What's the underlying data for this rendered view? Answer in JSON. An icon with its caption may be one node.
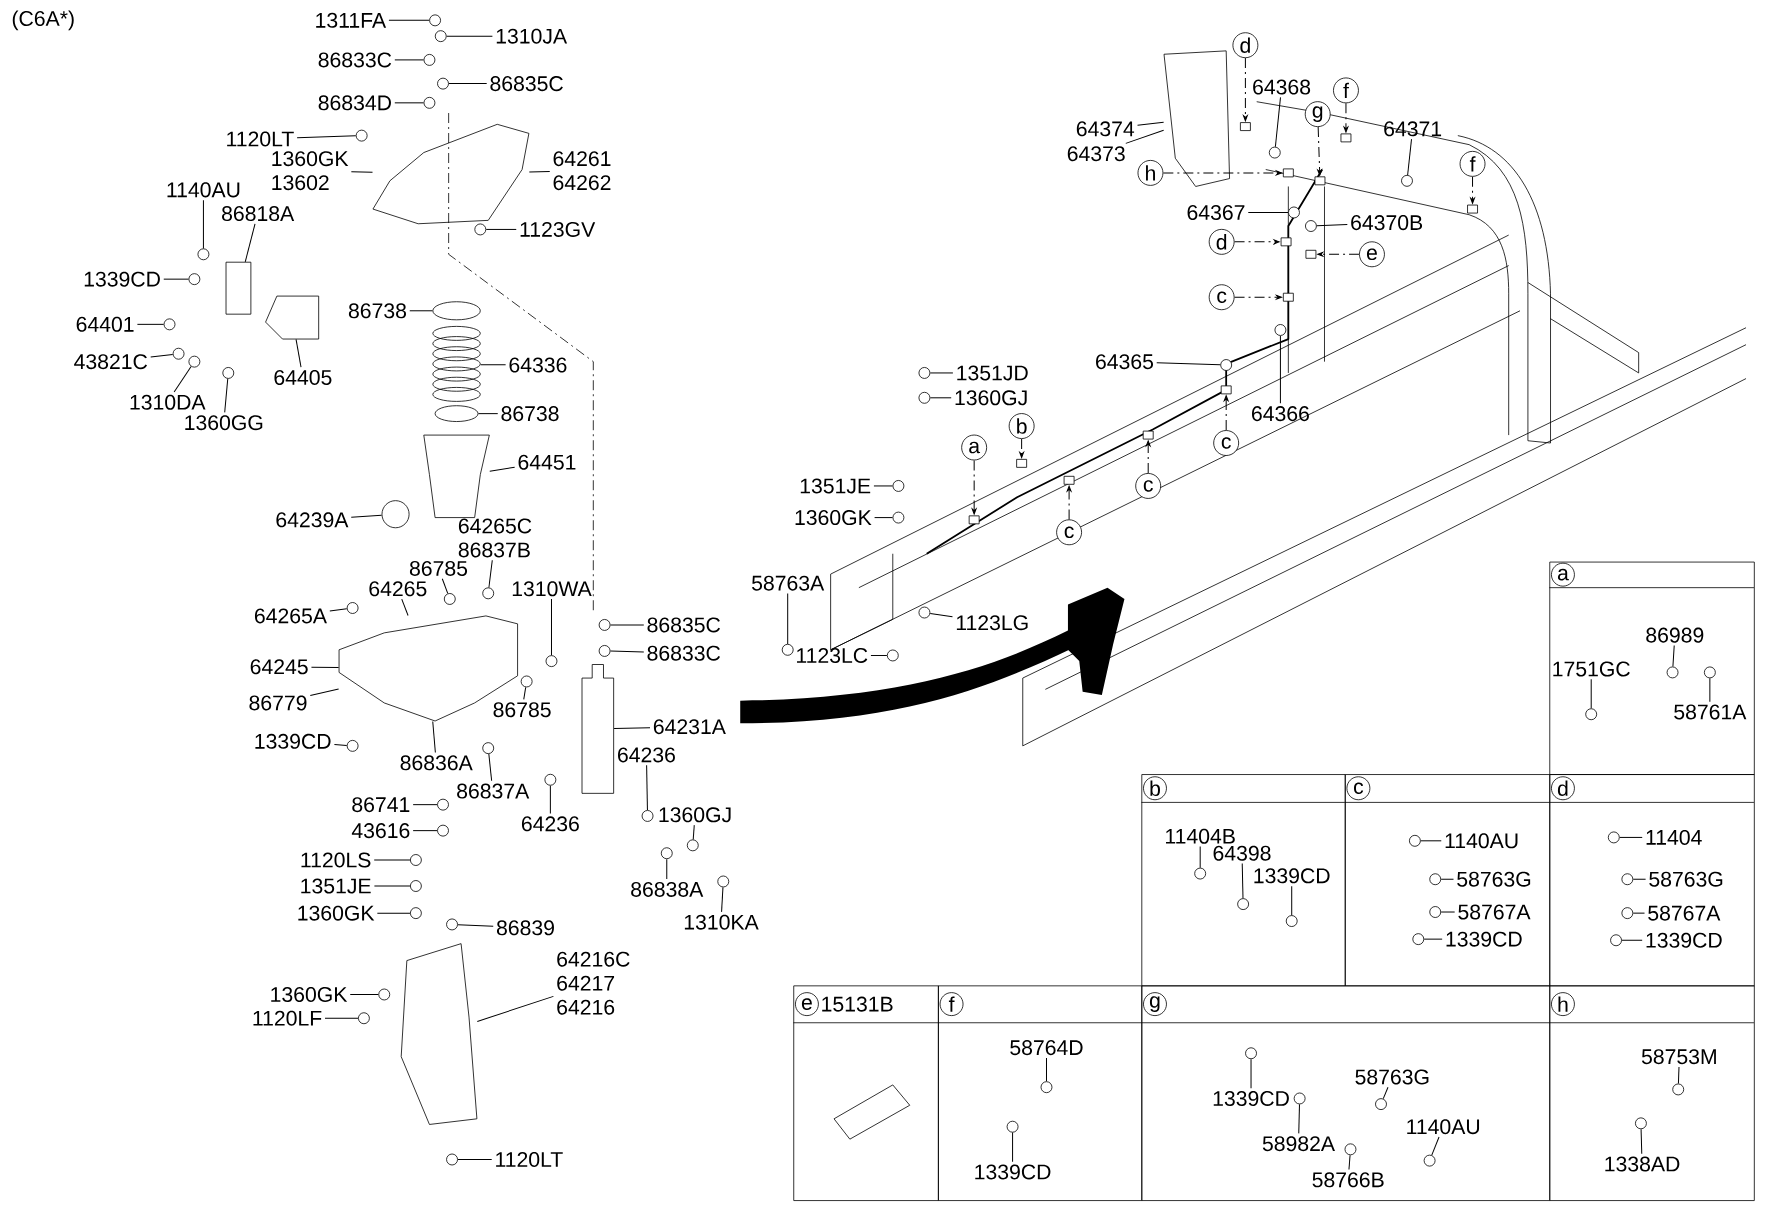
{
  "diagram": {
    "nodes": [
      {
        "text": [
          "1311FA"
        ]
      },
      {
        "text": [
          "1310JA"
        ]
      },
      {
        "text": [
          "86833C"
        ]
      },
      {
        "text": [
          "86835C"
        ]
      },
      {
        "text": [
          "86834D"
        ]
      },
      {
        "text": [
          "1120LT"
        ]
      },
      {
        "text": [
          "1360GK",
          "13602"
        ]
      },
      {
        "text": [
          "64261",
          "64262"
        ]
      },
      {
        "text": [
          "1123GV"
        ]
      },
      {
        "text": [
          "1140AU"
        ]
      },
      {
        "text": [
          "86818A"
        ]
      },
      {
        "text": [
          "1339CD"
        ]
      },
      {
        "text": [
          "64401"
        ]
      },
      {
        "text": [
          "43821C"
        ]
      },
      {
        "text": [
          "1310DA"
        ]
      },
      {
        "text": [
          "1360GG"
        ]
      },
      {
        "text": [
          "64405"
        ]
      },
      {
        "text": [
          "86738"
        ]
      },
      {
        "text": [
          "64336"
        ]
      },
      {
        "text": [
          "86738"
        ]
      },
      {
        "text": [
          "64451"
        ]
      },
      {
        "text": [
          "64239A"
        ]
      },
      {
        "text": [
          "64265C",
          "86837B"
        ]
      },
      {
        "text": [
          "86785"
        ]
      },
      {
        "text": [
          "64265"
        ]
      },
      {
        "text": [
          "1310WA"
        ]
      },
      {
        "text": [
          "64265A"
        ]
      },
      {
        "text": [
          "64245"
        ]
      },
      {
        "text": [
          "86779"
        ]
      },
      {
        "text": [
          "1339CD"
        ]
      },
      {
        "text": [
          "86836A"
        ]
      },
      {
        "text": [
          "86837A"
        ]
      },
      {
        "text": [
          "86785"
        ]
      },
      {
        "text": [
          "86835C"
        ]
      },
      {
        "text": [
          "86833C"
        ]
      },
      {
        "text": [
          "64231A"
        ]
      },
      {
        "text": [
          "64236"
        ]
      },
      {
        "text": [
          "86741"
        ]
      },
      {
        "text": [
          "43616"
        ]
      },
      {
        "text": [
          "64236"
        ]
      },
      {
        "text": [
          "1360GJ"
        ]
      },
      {
        "text": [
          "86838A"
        ]
      },
      {
        "text": [
          "1310KA"
        ]
      },
      {
        "text": [
          "1120LS"
        ]
      },
      {
        "text": [
          "1351JE"
        ]
      },
      {
        "text": [
          "1360GK"
        ]
      },
      {
        "text": [
          "86839"
        ]
      },
      {
        "text": [
          "64216C",
          "64217",
          "64216"
        ]
      },
      {
        "text": [
          "1360GK"
        ]
      },
      {
        "text": [
          "1120LF"
        ]
      },
      {
        "text": [
          "1120LT"
        ]
      },
      {
        "text": [
          "64374"
        ]
      },
      {
        "text": [
          "64373"
        ]
      },
      {
        "text": [
          "64368"
        ]
      },
      {
        "text": [
          "64371"
        ]
      },
      {
        "text": [
          "64367"
        ]
      },
      {
        "text": [
          "64370B"
        ]
      },
      {
        "text": [
          "64365"
        ]
      },
      {
        "text": [
          "64366"
        ]
      },
      {
        "text": [
          "1351JD"
        ]
      },
      {
        "text": [
          "1360GJ"
        ]
      },
      {
        "text": [
          "1351JE"
        ]
      },
      {
        "text": [
          "1360GK"
        ]
      },
      {
        "text": [
          "58763A"
        ]
      },
      {
        "text": [
          "1123LG"
        ]
      },
      {
        "text": [
          "1123LC"
        ]
      },
      {
        "text": [
          "d"
        ]
      },
      {
        "text": [
          "f"
        ]
      },
      {
        "text": [
          "g"
        ]
      },
      {
        "text": [
          "h"
        ]
      },
      {
        "text": [
          "f"
        ]
      },
      {
        "text": [
          "d"
        ]
      },
      {
        "text": [
          "e"
        ]
      },
      {
        "text": [
          "c"
        ]
      },
      {
        "text": [
          "c"
        ]
      },
      {
        "text": [
          "c"
        ]
      },
      {
        "text": [
          "c"
        ]
      },
      {
        "text": [
          "a"
        ]
      },
      {
        "text": [
          "b"
        ]
      },
      {
        "text": [
          "a"
        ]
      },
      {
        "text": [
          "b"
        ]
      },
      {
        "text": [
          "c"
        ]
      },
      {
        "text": [
          "d"
        ]
      },
      {
        "text": [
          "e",
          "15131B"
        ]
      },
      {
        "text": [
          "f"
        ]
      },
      {
        "text": [
          "g"
        ]
      },
      {
        "text": [
          "h"
        ]
      },
      {
        "text": [
          "86989"
        ],
        "in": 79
      },
      {
        "text": [
          "1751GC"
        ],
        "in": 79
      },
      {
        "text": [
          "58761A"
        ],
        "in": 79
      },
      {
        "text": [
          "11404B"
        ],
        "in": 80
      },
      {
        "text": [
          "64398"
        ],
        "in": 80
      },
      {
        "text": [
          "1339CD"
        ],
        "in": 80
      },
      {
        "text": [
          "1140AU"
        ],
        "in": 81
      },
      {
        "text": [
          "58763G"
        ],
        "in": 81
      },
      {
        "text": [
          "58767A"
        ],
        "in": 81
      },
      {
        "text": [
          "1339CD"
        ],
        "in": 81
      },
      {
        "text": [
          "11404"
        ],
        "in": 82
      },
      {
        "text": [
          "58763G"
        ],
        "in": 82
      },
      {
        "text": [
          "58767A"
        ],
        "in": 82
      },
      {
        "text": [
          "1339CD"
        ],
        "in": 82
      },
      {
        "text": [
          "58764D"
        ],
        "in": 84
      },
      {
        "text": [
          "1339CD"
        ],
        "in": 84
      },
      {
        "text": [
          "1339CD"
        ],
        "in": 85
      },
      {
        "text": [
          "58982A"
        ],
        "in": 85
      },
      {
        "text": [
          "58763G"
        ],
        "in": 85
      },
      {
        "text": [
          "1140AU"
        ],
        "in": 85
      },
      {
        "text": [
          "58766B"
        ],
        "in": 85
      },
      {
        "text": [
          "58753M"
        ],
        "in": 86
      },
      {
        "text": [
          "1338AD"
        ],
        "in": 86
      },
      {
        "text": [],
        "shape": "picture"
      },
      {
        "text": [],
        "shape": "picture"
      },
      {
        "text": [],
        "shape": "picture"
      },
      {
        "text": [],
        "shape": "picture"
      },
      {
        "text": [],
        "shape": "picture"
      },
      {
        "text": [],
        "shape": "picture"
      },
      {
        "text": [],
        "shape": "picture"
      },
      {
        "text": [],
        "shape": "circle"
      },
      {
        "text": [],
        "shape": "box"
      },
      {
        "text": [],
        "shape": "picture"
      },
      {
        "text": [],
        "shape": "circle"
      },
      {
        "text": [],
        "shape": "circle"
      },
      {
        "text": [],
        "shape": "circle"
      },
      {
        "text": [],
        "shape": "circle"
      },
      {
        "text": [],
        "shape": "circle"
      },
      {
        "text": [],
        "shape": "circle"
      },
      {
        "text": [],
        "shape": "circle"
      },
      {
        "text": [],
        "shape": "circle"
      },
      {
        "text": [],
        "shape": "circle"
      },
      {
        "text": [],
        "shape": "circle"
      },
      {
        "text": [],
        "shape": "circle"
      },
      {
        "text": [],
        "shape": "circle"
      },
      {
        "text": [],
        "shape": "circle"
      },
      {
        "text": [],
        "shape": "circle"
      },
      {
        "text": [],
        "shape": "circle"
      },
      {
        "text": [],
        "shape": "circle"
      },
      {
        "text": [],
        "shape": "circle"
      },
      {
        "text": [],
        "shape": "circle"
      },
      {
        "text": [],
        "shape": "circle"
      },
      {
        "text": [],
        "shape": "circle"
      },
      {
        "text": [],
        "shape": "circle"
      },
      {
        "text": [],
        "shape": "circle"
      },
      {
        "text": [],
        "shape": "circle"
      },
      {
        "text": [],
        "shape": "circle"
      },
      {
        "text": [],
        "shape": "circle"
      },
      {
        "text": [],
        "shape": "circle"
      },
      {
        "text": [],
        "shape": "circle"
      },
      {
        "text": [],
        "shape": "circle"
      },
      {
        "text": [],
        "shape": "circle"
      },
      {
        "text": [],
        "shape": "circle"
      },
      {
        "text": [],
        "shape": "circle"
      },
      {
        "text": [],
        "shape": "circle"
      },
      {
        "text": [],
        "shape": "circle"
      },
      {
        "text": [],
        "shape": "circle"
      },
      {
        "text": [],
        "shape": "circle"
      },
      {
        "text": [],
        "shape": "circle"
      },
      {
        "text": [],
        "shape": "circle"
      },
      {
        "text": [],
        "shape": "circle"
      },
      {
        "text": [],
        "shape": "circle"
      },
      {
        "text": [],
        "shape": "circle"
      },
      {
        "text": [],
        "shape": "circle"
      },
      {
        "text": [],
        "shape": "circle"
      },
      {
        "text": [],
        "shape": "circle"
      },
      {
        "text": [],
        "shape": "circle"
      },
      {
        "text": [],
        "shape": "circle"
      },
      {
        "text": [],
        "shape": "circle"
      },
      {
        "text": [],
        "shape": "circle"
      },
      {
        "text": [],
        "shape": "circle"
      },
      {
        "text": [],
        "shape": "circle"
      },
      {
        "text": [],
        "shape": "circle"
      },
      {
        "text": [],
        "shape": "circle"
      },
      {
        "text": [],
        "shape": "box"
      },
      {
        "text": [],
        "shape": "box"
      },
      {
        "text": [],
        "shape": "box"
      },
      {
        "text": [],
        "shape": "box"
      },
      {
        "text": [],
        "shape": "box"
      },
      {
        "text": [],
        "shape": "box"
      },
      {
        "text": [],
        "shape": "box"
      },
      {
        "text": [],
        "shape": "box"
      },
      {
        "text": [],
        "shape": "box"
      },
      {
        "text": [],
        "shape": "box"
      },
      {
        "text": [],
        "shape": "box"
      },
      {
        "text": [],
        "shape": "box"
      },
      {
        "text": [],
        "shape": "box"
      },
      {
        "text": [],
        "shape": "circle",
        "in": 79
      },
      {
        "text": [],
        "shape": "circle",
        "in": 79
      },
      {
        "text": [],
        "shape": "circle",
        "in": 79
      },
      {
        "text": [],
        "shape": "circle",
        "in": 80
      },
      {
        "text": [],
        "shape": "circle",
        "in": 80
      },
      {
        "text": [],
        "shape": "circle",
        "in": 80
      },
      {
        "text": [],
        "shape": "circle",
        "in": 81
      },
      {
        "text": [],
        "shape": "circle",
        "in": 81
      },
      {
        "text": [],
        "shape": "circle",
        "in": 81
      },
      {
        "text": [],
        "shape": "circle",
        "in": 81
      },
      {
        "text": [],
        "shape": "circle",
        "in": 82
      },
      {
        "text": [],
        "shape": "circle",
        "in": 82
      },
      {
        "text": [],
        "shape": "circle",
        "in": 82
      },
      {
        "text": [],
        "shape": "circle",
        "in": 82
      },
      {
        "text": [],
        "shape": "circle",
        "in": 84
      },
      {
        "text": [],
        "shape": "circle",
        "in": 84
      },
      {
        "text": [],
        "shape": "circle",
        "in": 85
      },
      {
        "text": [],
        "shape": "circle",
        "in": 85
      },
      {
        "text": [],
        "shape": "circle",
        "in": 85
      },
      {
        "text": [],
        "shape": "circle",
        "in": 85
      },
      {
        "text": [],
        "shape": "circle",
        "in": 85
      },
      {
        "text": [],
        "shape": "circle",
        "in": 86
      },
      {
        "text": [],
        "shape": "circle",
        "in": 86
      }
    ],
    "edges": [
      {
        "from": 0,
        "to": 122,
        "arrow": "none"
      },
      {
        "from": 1,
        "to": 123,
        "arrow": "none"
      },
      {
        "from": 2,
        "to": 124,
        "arrow": "none"
      },
      {
        "from": 3,
        "to": 125,
        "arrow": "none"
      },
      {
        "from": 4,
        "to": 126,
        "arrow": "none"
      },
      {
        "from": 5,
        "to": 127,
        "arrow": "none"
      },
      {
        "from": 6,
        "to": 110,
        "arrow": "none"
      },
      {
        "from": 7,
        "to": 110,
        "arrow": "none"
      },
      {
        "from": 8,
        "to": 128,
        "arrow": "none"
      },
      {
        "from": 9,
        "to": 129,
        "arrow": "none"
      },
      {
        "from": 10,
        "to": 118,
        "arrow": "none"
      },
      {
        "from": 11,
        "to": 130,
        "arrow": "none"
      },
      {
        "from": 12,
        "to": 131,
        "arrow": "none"
      },
      {
        "from": 13,
        "to": 132,
        "arrow": "none"
      },
      {
        "from": 14,
        "to": 133,
        "arrow": "none"
      },
      {
        "from": 15,
        "to": 134,
        "arrow": "none"
      },
      {
        "from": 16,
        "to": 119,
        "arrow": "none"
      },
      {
        "from": 17,
        "to": 120,
        "arrow": "none"
      },
      {
        "from": 18,
        "to": 116,
        "arrow": "none"
      },
      {
        "from": 19,
        "to": 121,
        "arrow": "none"
      },
      {
        "from": 20,
        "to": 115,
        "arrow": "none"
      },
      {
        "from": 21,
        "to": 117,
        "arrow": "none"
      },
      {
        "from": 22,
        "to": 135,
        "arrow": "none"
      },
      {
        "from": 23,
        "to": 136,
        "arrow": "none"
      },
      {
        "from": 24,
        "to": 111,
        "arrow": "none"
      },
      {
        "from": 25,
        "to": 137,
        "arrow": "none"
      },
      {
        "from": 26,
        "to": 138,
        "arrow": "none"
      },
      {
        "from": 27,
        "to": 111,
        "arrow": "none"
      },
      {
        "from": 28,
        "to": 111,
        "arrow": "none"
      },
      {
        "from": 29,
        "to": 139,
        "arrow": "none"
      },
      {
        "from": 30,
        "to": 111,
        "arrow": "none"
      },
      {
        "from": 31,
        "to": 140,
        "arrow": "none"
      },
      {
        "from": 32,
        "to": 141,
        "arrow": "none"
      },
      {
        "from": 33,
        "to": 142,
        "arrow": "none"
      },
      {
        "from": 34,
        "to": 143,
        "arrow": "none"
      },
      {
        "from": 35,
        "to": 113,
        "arrow": "none"
      },
      {
        "from": 36,
        "to": 144,
        "arrow": "none"
      },
      {
        "from": 37,
        "to": 145,
        "arrow": "none"
      },
      {
        "from": 38,
        "to": 146,
        "arrow": "none"
      },
      {
        "from": 39,
        "to": 147,
        "arrow": "none"
      },
      {
        "from": 40,
        "to": 148,
        "arrow": "none"
      },
      {
        "from": 41,
        "to": 149,
        "arrow": "none"
      },
      {
        "from": 42,
        "to": 150,
        "arrow": "none"
      },
      {
        "from": 43,
        "to": 151,
        "arrow": "none"
      },
      {
        "from": 44,
        "to": 152,
        "arrow": "none"
      },
      {
        "from": 45,
        "to": 153,
        "arrow": "none"
      },
      {
        "from": 46,
        "to": 154,
        "arrow": "none"
      },
      {
        "from": 47,
        "to": 112,
        "arrow": "none"
      },
      {
        "from": 48,
        "to": 155,
        "arrow": "none"
      },
      {
        "from": 49,
        "to": 156,
        "arrow": "none"
      },
      {
        "from": 50,
        "to": 157,
        "arrow": "none"
      },
      {
        "from": 51,
        "to": 114,
        "arrow": "none"
      },
      {
        "from": 52,
        "to": 114,
        "arrow": "none"
      },
      {
        "from": 53,
        "to": 158,
        "arrow": "none"
      },
      {
        "from": 54,
        "to": 159,
        "arrow": "none"
      },
      {
        "from": 55,
        "to": 160,
        "arrow": "none"
      },
      {
        "from": 56,
        "to": 161,
        "arrow": "none"
      },
      {
        "from": 57,
        "to": 162,
        "arrow": "none"
      },
      {
        "from": 58,
        "to": 163,
        "arrow": "none"
      },
      {
        "from": 59,
        "to": 164,
        "arrow": "none"
      },
      {
        "from": 60,
        "to": 165,
        "arrow": "none"
      },
      {
        "from": 61,
        "to": 166,
        "arrow": "none"
      },
      {
        "from": 62,
        "to": 167,
        "arrow": "none"
      },
      {
        "from": 63,
        "to": 168,
        "arrow": "none"
      },
      {
        "from": 64,
        "to": 169,
        "arrow": "none"
      },
      {
        "from": 65,
        "to": 170,
        "arrow": "none"
      },
      {
        "from": 66,
        "to": 171,
        "arrow": "to",
        "style": "dashed"
      },
      {
        "from": 67,
        "to": 172,
        "arrow": "to",
        "style": "dashed"
      },
      {
        "from": 68,
        "to": 173,
        "arrow": "to",
        "style": "dashed"
      },
      {
        "from": 69,
        "to": 174,
        "arrow": "to",
        "style": "dashed"
      },
      {
        "from": 70,
        "to": 175,
        "arrow": "to",
        "style": "dashed"
      },
      {
        "from": 71,
        "to": 176,
        "arrow": "to",
        "style": "dashed"
      },
      {
        "from": 72,
        "to": 177,
        "arrow": "to",
        "style": "dashed"
      },
      {
        "from": 73,
        "to": 178,
        "arrow": "to",
        "style": "dashed"
      },
      {
        "from": 74,
        "to": 179,
        "arrow": "to",
        "style": "dashed"
      },
      {
        "from": 75,
        "to": 180,
        "arrow": "to",
        "style": "dashed"
      },
      {
        "from": 76,
        "to": 181,
        "arrow": "to",
        "style": "dashed"
      },
      {
        "from": 77,
        "to": 182,
        "arrow": "to",
        "style": "dashed"
      },
      {
        "from": 78,
        "to": 183,
        "arrow": "to",
        "style": "dashed"
      },
      {
        "from": 87,
        "to": 184,
        "arrow": "none"
      },
      {
        "from": 88,
        "to": 185,
        "arrow": "none"
      },
      {
        "from": 89,
        "to": 186,
        "arrow": "none"
      },
      {
        "from": 90,
        "to": 187,
        "arrow": "none"
      },
      {
        "from": 91,
        "to": 188,
        "arrow": "none"
      },
      {
        "from": 92,
        "to": 189,
        "arrow": "none"
      },
      {
        "from": 93,
        "to": 190,
        "arrow": "none"
      },
      {
        "from": 94,
        "to": 191,
        "arrow": "none"
      },
      {
        "from": 95,
        "to": 192,
        "arrow": "none"
      },
      {
        "from": 96,
        "to": 193,
        "arrow": "none"
      },
      {
        "from": 97,
        "to": 194,
        "arrow": "none"
      },
      {
        "from": 98,
        "to": 195,
        "arrow": "none"
      },
      {
        "from": 99,
        "to": 196,
        "arrow": "none"
      },
      {
        "from": 100,
        "to": 197,
        "arrow": "none"
      },
      {
        "from": 101,
        "to": 198,
        "arrow": "none"
      },
      {
        "from": 102,
        "to": 199,
        "arrow": "none"
      },
      {
        "from": 103,
        "to": 200,
        "arrow": "none"
      },
      {
        "from": 104,
        "to": 201,
        "arrow": "none"
      },
      {
        "from": 105,
        "to": 202,
        "arrow": "none"
      },
      {
        "from": 106,
        "to": 203,
        "arrow": "none"
      },
      {
        "from": 107,
        "to": 204,
        "arrow": "none"
      },
      {
        "from": 108,
        "to": 205,
        "arrow": "none"
      },
      {
        "from": 109,
        "to": 206,
        "arrow": "none"
      }
    ],
    "labels": [
      "(C6A*)"
    ]
  }
}
